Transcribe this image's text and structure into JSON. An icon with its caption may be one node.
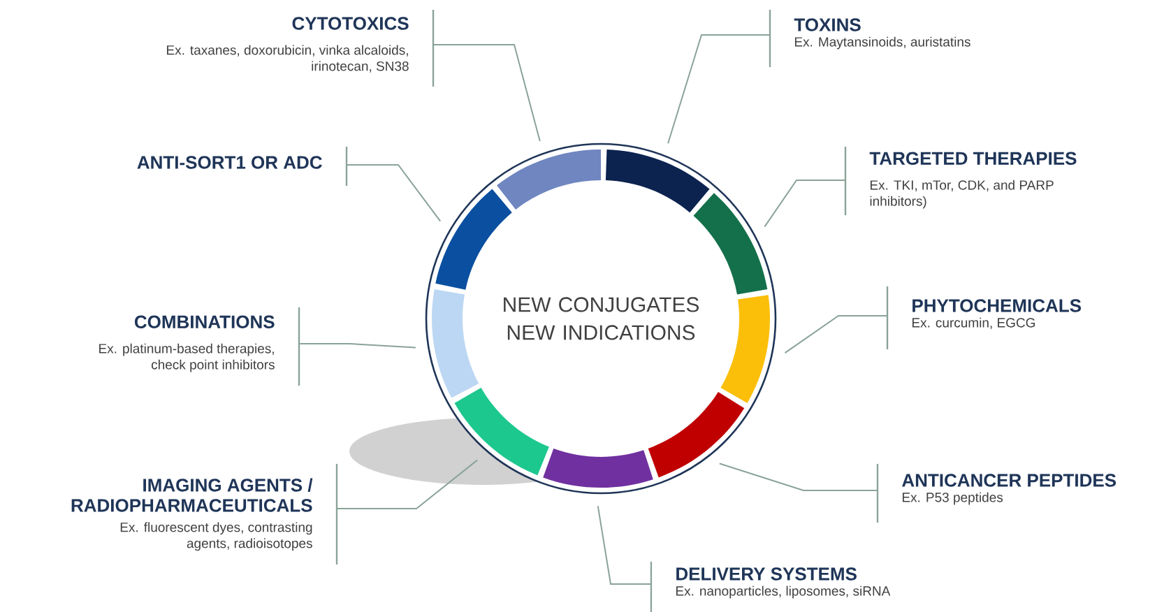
{
  "diagram": {
    "nodes": [
      {
        "text": [
          "CYTOTOXICS",
          "Ex. taxanes, doxorubicin, vinka alcaloids, irinotecan, SN38"
        ]
      },
      {
        "text": [
          "TOXINS",
          "Ex. Maytansinoids, auristatins"
        ]
      },
      {
        "text": [
          "ANTI-SORT1 OR ADC"
        ]
      },
      {
        "text": [
          "TARGETED THERAPIES",
          "Ex. TKI, mTor, CDK, and PARP inhibitors)"
        ]
      },
      {
        "text": [
          "COMBINATIONS",
          "Ex. platinum-based therapies, check point inhibitors"
        ]
      },
      {
        "text": [
          "PHYTOCHEMICALS",
          "Ex. curcumin, EGCG"
        ]
      },
      {
        "text": [
          "IMAGING AGENTS / RADIOPHARMACEUTICALS",
          "Ex. fluorescent dyes, contrasting agents, radioisotopes"
        ]
      },
      {
        "text": [
          "ANTICANCER PEPTIDES",
          "Ex. P53 peptides"
        ]
      },
      {
        "text": [
          "DELIVERY SYSTEMS",
          "Ex. nanoparticles, liposomes, siRNA"
        ]
      },
      {
        "text": [
          "NEW CONJUGATES NEW INDICATIONS"
        ]
      },
      {
        "text": [],
        "shape": "arc",
        "in": 9
      },
      {
        "text": [],
        "shape": "arc",
        "in": 9
      },
      {
        "text": [],
        "shape": "arc",
        "in": 9
      },
      {
        "text": [],
        "shape": "arc",
        "in": 9
      },
      {
        "text": [],
        "shape": "arc",
        "in": 9
      },
      {
        "text": [],
        "shape": "arc",
        "in": 9
      },
      {
        "text": [],
        "shape": "arc",
        "in": 9
      },
      {
        "text": [],
        "shape": "arc",
        "in": 9
      },
      {
        "text": [],
        "shape": "arc",
        "in": 9
      }
    ],
    "edges": [
      {
        "from": 0,
        "to": 13,
        "arrow": "none"
      },
      {
        "from": 1,
        "to": 15,
        "arrow": "none"
      },
      {
        "from": 2,
        "to": 11,
        "arrow": "none"
      },
      {
        "from": 3,
        "to": 17,
        "arrow": "none"
      },
      {
        "from": 4,
        "to": 10,
        "arrow": "none"
      },
      {
        "from": 5,
        "to": 18,
        "arrow": "none"
      },
      {
        "from": 6,
        "to": 12,
        "arrow": "none"
      },
      {
        "from": 7,
        "to": 16,
        "arrow": "none"
      },
      {
        "from": 8,
        "to": 14,
        "arrow": "none"
      }
    ]
  }
}
